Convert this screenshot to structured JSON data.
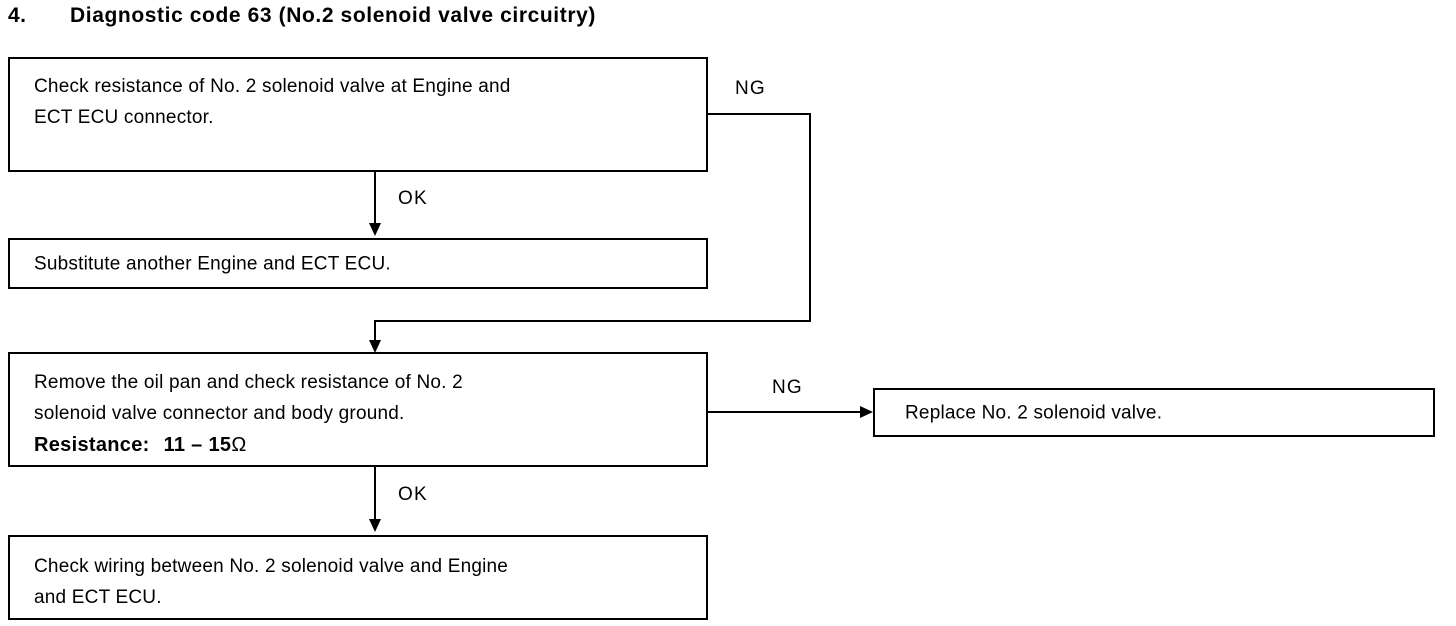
{
  "title": {
    "number": "4.",
    "text": "Diagnostic code 63 (No.2 solenoid valve circuitry)"
  },
  "flowchart": {
    "type": "diagnostic-flowchart",
    "boxes": [
      {
        "id": "check-resistance",
        "line1": "Check resistance of No. 2 solenoid valve at Engine and",
        "line2": "ECT ECU connector."
      },
      {
        "id": "substitute-ecu",
        "line1": "Substitute another Engine and ECT ECU.",
        "line2": ""
      },
      {
        "id": "remove-oil-pan",
        "line1": "Remove the oil pan and check resistance of No. 2",
        "line2": "solenoid valve connector and body ground.",
        "spec_label": "Resistance:",
        "spec_value": "11 – 15",
        "spec_unit": "Ω"
      },
      {
        "id": "check-wiring",
        "line1": "Check wiring between No. 2 solenoid valve and Engine",
        "line2": "and ECT ECU."
      },
      {
        "id": "replace-valve",
        "line1": "Replace No. 2 solenoid valve.",
        "line2": ""
      }
    ],
    "edges": [
      {
        "id": "ng-from-check-resistance",
        "label": "NG"
      },
      {
        "id": "ok-to-substitute-ecu",
        "label": "OK"
      },
      {
        "id": "ng-from-remove-oil-pan",
        "label": "NG"
      },
      {
        "id": "ok-to-check-wiring",
        "label": "OK"
      }
    ]
  },
  "colors": {
    "ink": "#000000",
    "paper": "#ffffff"
  }
}
